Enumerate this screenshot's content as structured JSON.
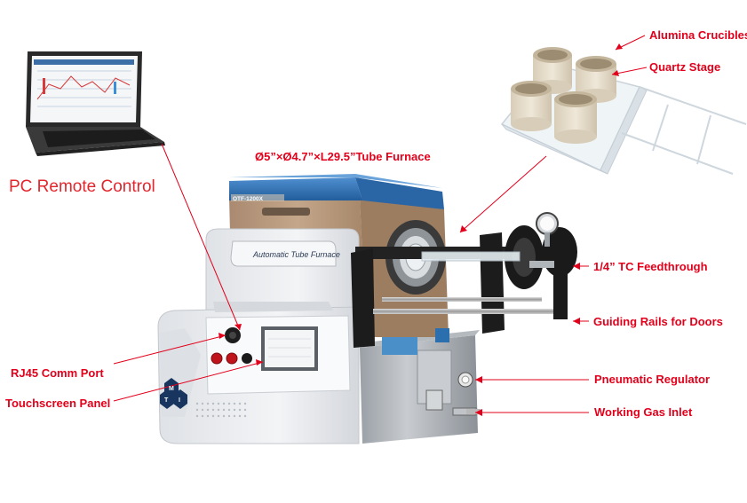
{
  "labels": {
    "pc_remote": "PC Remote Control",
    "tube_furnace": "Ø5”×Ø4.7”×L29.5”Tube Furnace",
    "alumina": "Alumina Crucibles",
    "quartz": "Quartz Stage",
    "tc_feed": "1/4”  TC Feedthrough",
    "rails": "Guiding Rails for Doors",
    "rj45": "RJ45 Comm Port",
    "touchscreen": "Touchscreen Panel",
    "pneumatic": "Pneumatic Regulator",
    "gas_inlet": "Working Gas Inlet"
  },
  "device": {
    "furnace_name": "Automatic Tube  Furnace",
    "model_badge": "OTF-1200X",
    "logo_letters": [
      "M",
      "T",
      "I"
    ]
  },
  "colors": {
    "label_red": "#e3001b",
    "furnace_blue": "#2f6fb5",
    "furnace_body": "#b5957a",
    "cabinet_white": "#eceef1"
  }
}
